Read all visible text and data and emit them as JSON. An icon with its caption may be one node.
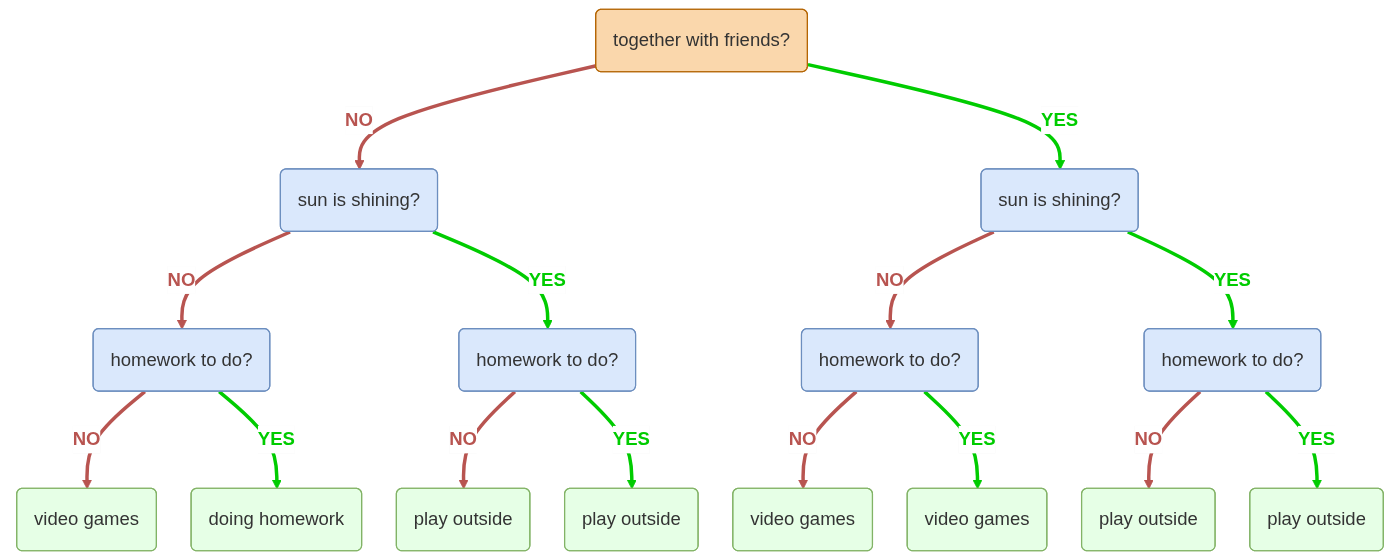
{
  "diagram": {
    "nodes": [
      {
        "text": [
          "together with friends?"
        ]
      },
      {
        "text": [
          "sun is shining?"
        ]
      },
      {
        "text": [
          "sun is shining?"
        ]
      },
      {
        "text": [
          "homework to do?"
        ]
      },
      {
        "text": [
          "homework to do?"
        ]
      },
      {
        "text": [
          "homework to do?"
        ]
      },
      {
        "text": [
          "homework to do?"
        ]
      },
      {
        "text": [
          "video games"
        ]
      },
      {
        "text": [
          "doing homework"
        ]
      },
      {
        "text": [
          "play outside"
        ]
      },
      {
        "text": [
          "play outside"
        ]
      },
      {
        "text": [
          "video games"
        ]
      },
      {
        "text": [
          "video games"
        ]
      },
      {
        "text": [
          "play outside"
        ]
      },
      {
        "text": [
          "play outside"
        ]
      }
    ],
    "edges": [
      {
        "from": 0,
        "to": 1,
        "arrow": "to",
        "label": "NO",
        "color": "#b85450"
      },
      {
        "from": 0,
        "to": 2,
        "arrow": "to",
        "label": "YES",
        "color": "#00cc00"
      },
      {
        "from": 1,
        "to": 3,
        "arrow": "to",
        "label": "NO",
        "color": "#b85450"
      },
      {
        "from": 1,
        "to": 4,
        "arrow": "to",
        "label": "YES",
        "color": "#00cc00"
      },
      {
        "from": 2,
        "to": 5,
        "arrow": "to",
        "label": "NO",
        "color": "#b85450"
      },
      {
        "from": 2,
        "to": 6,
        "arrow": "to",
        "label": "YES",
        "color": "#00cc00"
      },
      {
        "from": 3,
        "to": 7,
        "arrow": "to",
        "label": "NO",
        "color": "#b85450"
      },
      {
        "from": 3,
        "to": 8,
        "arrow": "to",
        "label": "YES",
        "color": "#00cc00"
      },
      {
        "from": 4,
        "to": 9,
        "arrow": "to",
        "label": "NO",
        "color": "#b85450"
      },
      {
        "from": 4,
        "to": 10,
        "arrow": "to",
        "label": "YES",
        "color": "#00cc00"
      },
      {
        "from": 5,
        "to": 11,
        "arrow": "to",
        "label": "NO",
        "color": "#b85450"
      },
      {
        "from": 5,
        "to": 12,
        "arrow": "to",
        "label": "YES",
        "color": "#00cc00"
      },
      {
        "from": 6,
        "to": 13,
        "arrow": "to",
        "label": "NO",
        "color": "#b85450"
      },
      {
        "from": 6,
        "to": 14,
        "arrow": "to",
        "label": "YES",
        "color": "#00cc00"
      }
    ]
  }
}
